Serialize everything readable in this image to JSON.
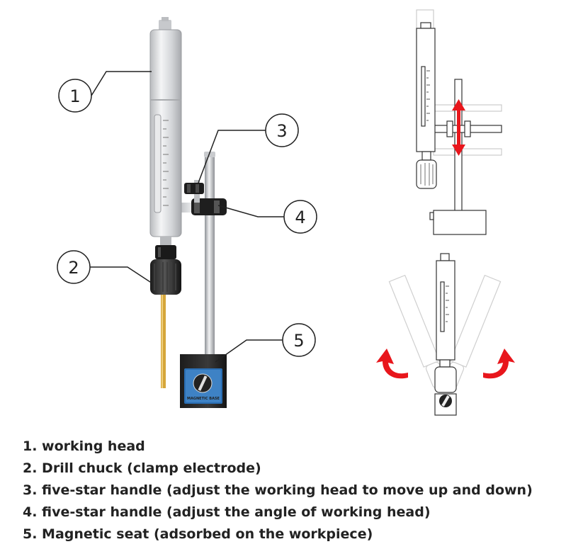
{
  "callouts": [
    {
      "number": "1"
    },
    {
      "number": "2"
    },
    {
      "number": "3"
    },
    {
      "number": "4"
    },
    {
      "number": "5"
    }
  ],
  "base_label": "MAGNETIC BASE",
  "legend": [
    "1. working head",
    "2. Drill chuck (clamp electrode)",
    "3. five-star handle (adjust the working head to move up and down)",
    "4. five-star handle (adjust the angle of working head)",
    "5. Magnetic seat (adsorbed on the workpiece)"
  ],
  "colors": {
    "arrow_red": "#e8161c",
    "base_blue": "#2a6eb3",
    "metal": "#d9d9db",
    "outline": "#333333"
  }
}
